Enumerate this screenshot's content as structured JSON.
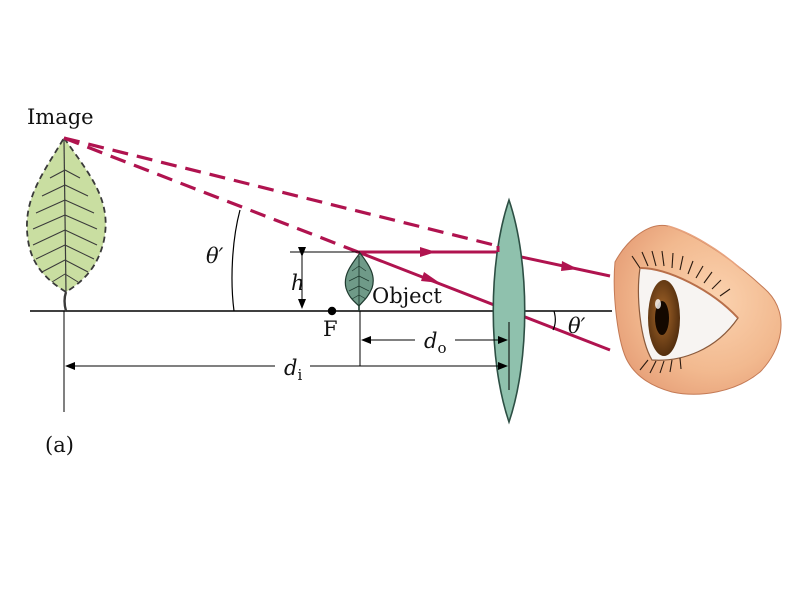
{
  "labels": {
    "image": "Image",
    "object": "Object",
    "focal_point": "F",
    "panel": "(a)",
    "theta_left": "θ′",
    "theta_right": "θ′",
    "height": "h",
    "d_o_main": "d",
    "d_o_sub": "o",
    "d_i_main": "d",
    "d_i_sub": "i"
  },
  "colors": {
    "ray": "#b0134f",
    "lens_fill": "#8fc1ad",
    "image_leaf": "#c9dea1",
    "object_leaf": "#6f9a88",
    "axis": "#000000",
    "skin": "#f2b98f",
    "iris": "#7a4a1e"
  },
  "icons": {
    "eye": "eye-icon",
    "image_leaf": "leaf-icon",
    "object_leaf": "leaf-icon"
  }
}
